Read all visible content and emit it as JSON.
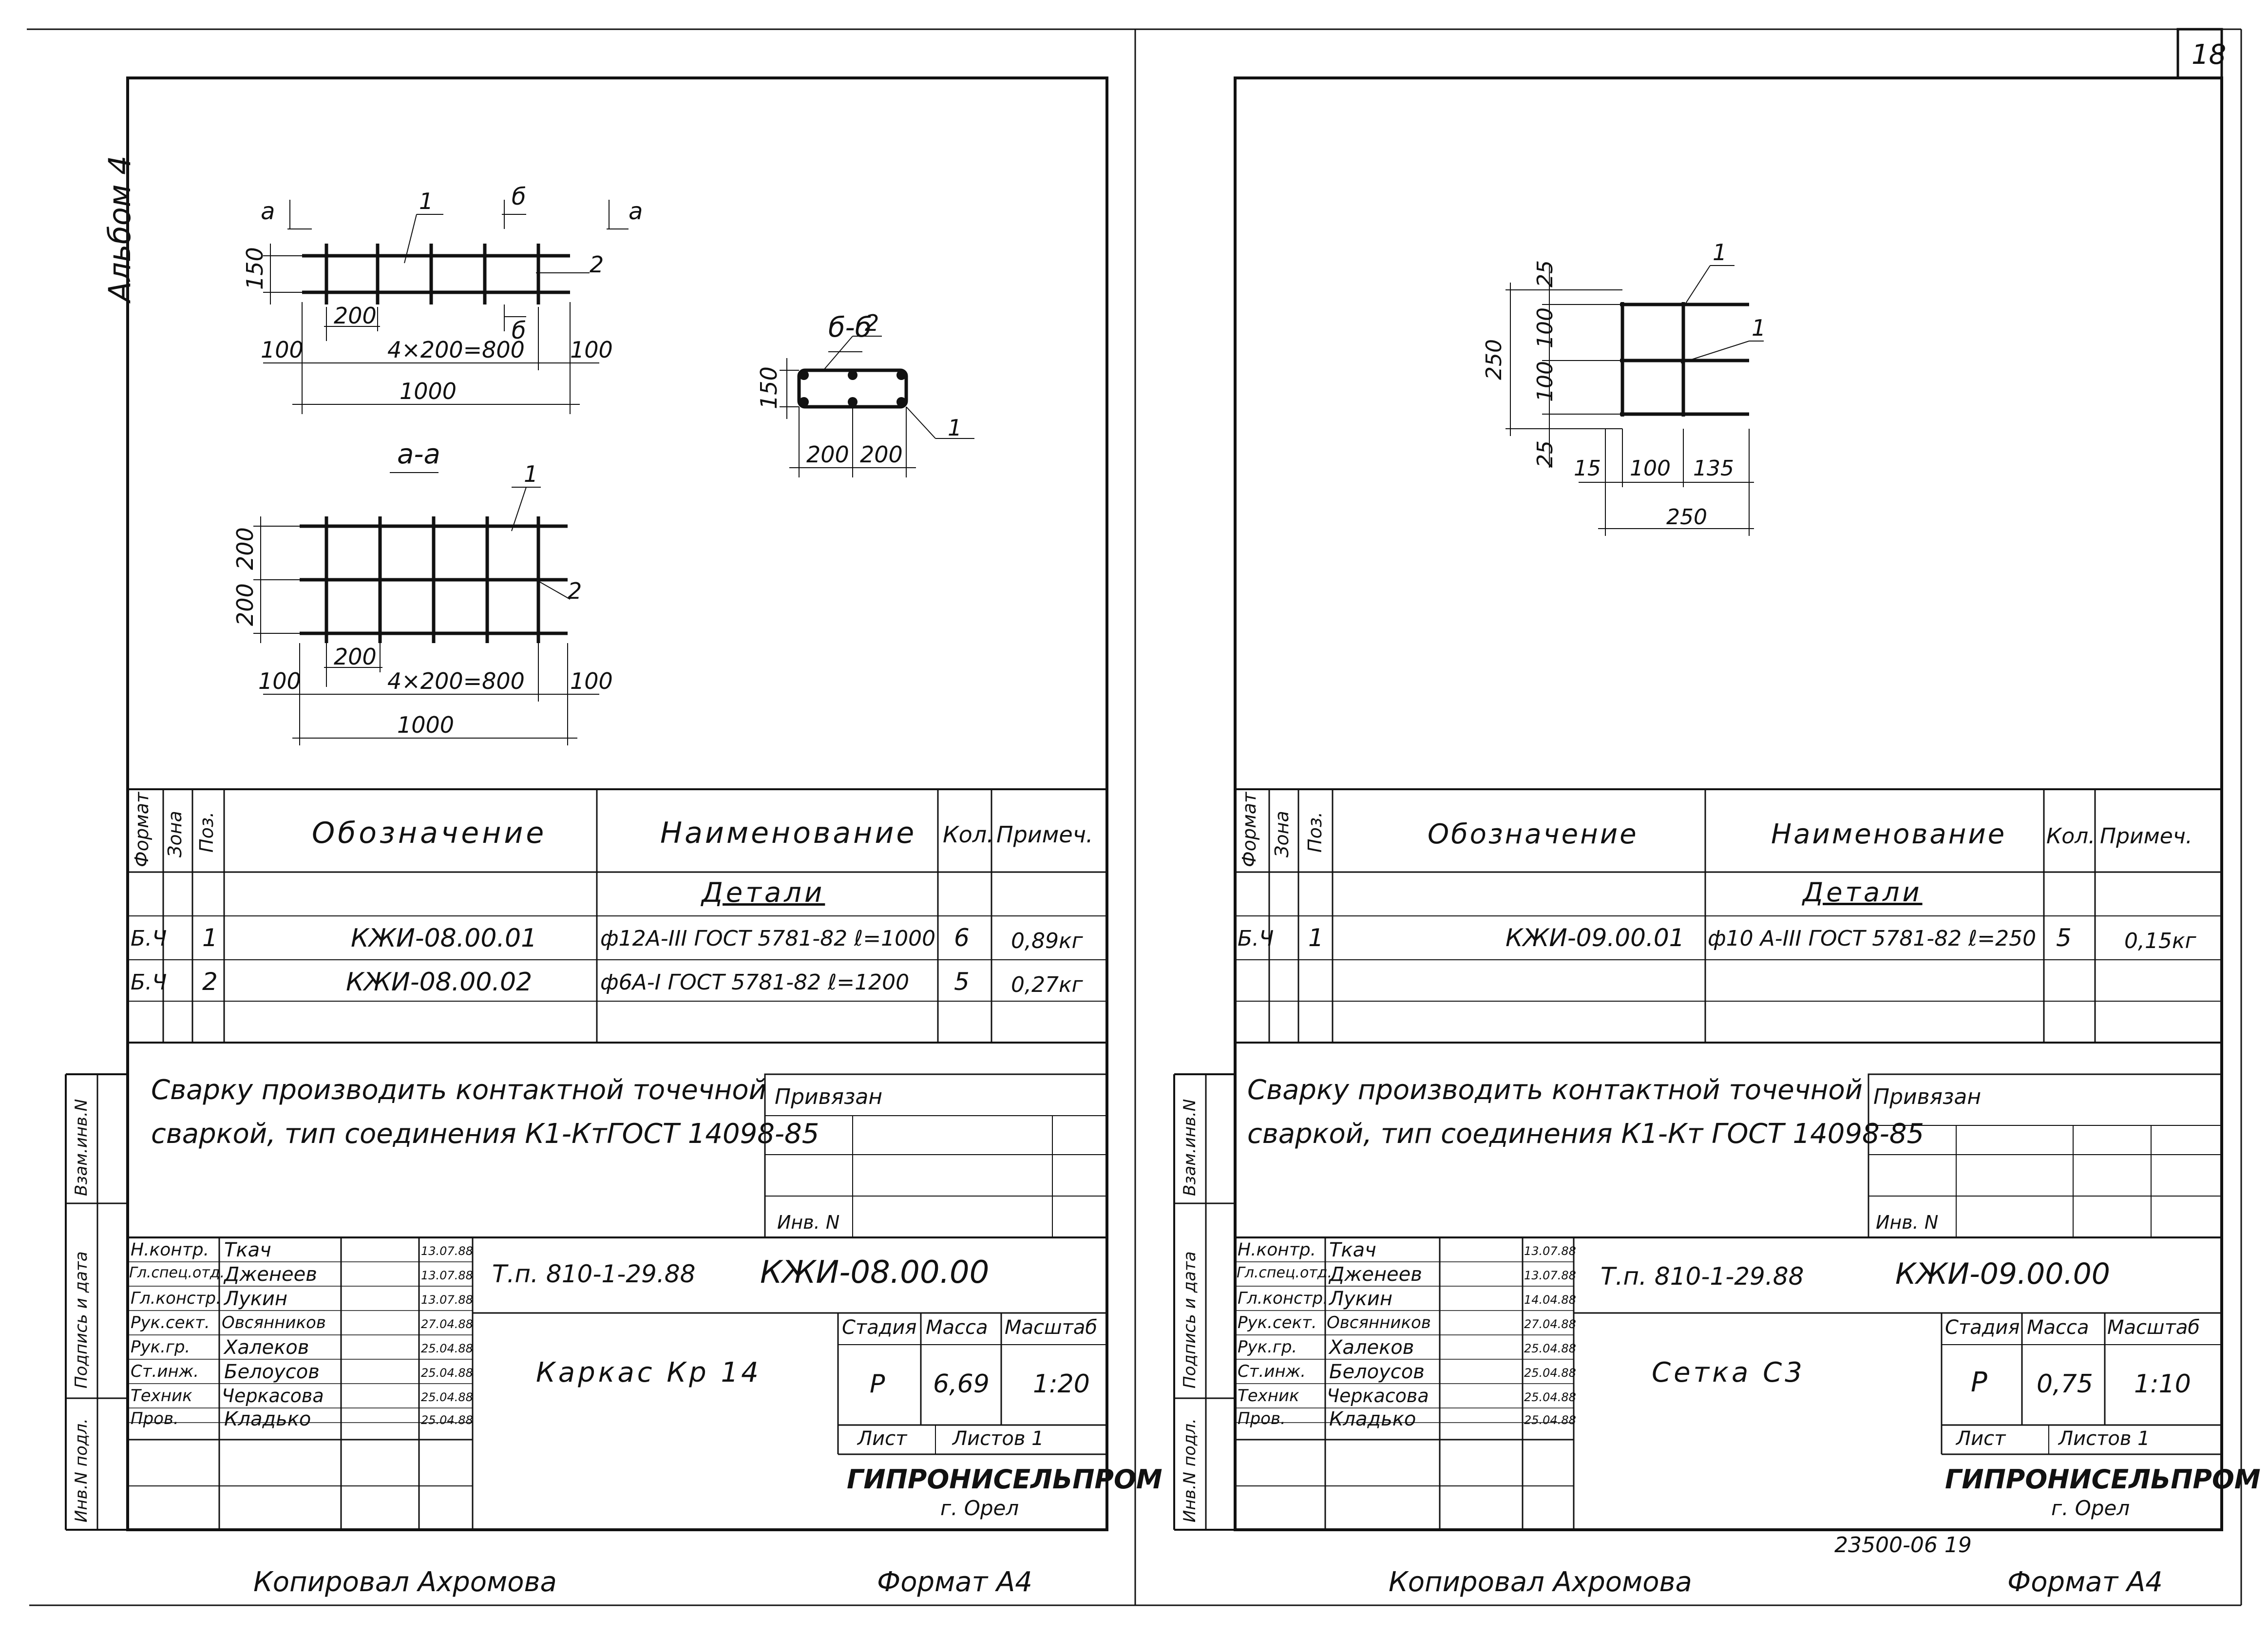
{
  "page_number": "18",
  "album_label": "Альбом 4",
  "left": {
    "drawing": {
      "top_view": {
        "section_mark_a": "а",
        "section_mark_a2": "а",
        "section_mark_b": "б",
        "section_mark_b2": "б",
        "pos1": "1",
        "pos2": "2",
        "dim_150": "150",
        "dim_200": "200",
        "dim_100_left": "100",
        "dim_spacing": "4×200=800",
        "dim_100_right": "100",
        "dim_total": "1000"
      },
      "section_bb": {
        "title": "б-б",
        "dim_150": "150",
        "dim_200a": "200",
        "dim_200b": "200",
        "pos1": "1",
        "pos2": "2"
      },
      "section_aa": {
        "title": "а-а",
        "pos1": "1",
        "pos2": "2",
        "dim_200_top": "200",
        "dim_200_bottom": "200",
        "dim_200": "200",
        "dim_100_left": "100",
        "dim_spacing": "4×200=800",
        "dim_100_right": "100",
        "dim_total": "1000"
      }
    },
    "spec": {
      "headers": {
        "format": "Формат",
        "zone": "Зона",
        "pos": "Поз.",
        "designation": "Обозначение",
        "name": "Наименование",
        "qty": "Кол.",
        "note": "Примеч."
      },
      "section_title": "Детали",
      "rows": [
        {
          "format": "Б.Ч",
          "pos": "1",
          "designation": "КЖИ-08.00.01",
          "name": "ф12А-III ГОСТ 5781-82  ℓ=1000",
          "qty": "6",
          "note": "0,89кг"
        },
        {
          "format": "Б.Ч",
          "pos": "2",
          "designation": "КЖИ-08.00.02",
          "name": "ф6А-I ГОСТ 5781-82  ℓ=1200",
          "qty": "5",
          "note": "0,27кг"
        }
      ]
    },
    "note_line1": "Сварку производить контактной точечной",
    "note_line2": "сваркой, тип соединения К1-КтГОСТ 14098-85",
    "bound_label": "Привязан",
    "inv_label": "Инв. N",
    "side_labels": {
      "vzam": "Взам.инв.N",
      "podp": "Подпись и дата",
      "inv": "Инв.N подл."
    },
    "stamp": {
      "roles": [
        "Н.контр.",
        "Гл.спец.отд.",
        "Гл.констр.",
        "Рук.сект.",
        "Рук.гр.",
        "Ст.инж.",
        "Техник",
        "Пров."
      ],
      "names": [
        "Ткач",
        "Дженеев",
        "Лукин",
        "Овсянников",
        "Халеков",
        "Белоусов",
        "Черкасова",
        "Кладько"
      ],
      "dates": [
        "13.07.88",
        "13.07.88",
        "13.07.88",
        "27.04.88",
        "25.04.88",
        "25.04.88",
        "25.04.88",
        "25.04.88"
      ],
      "project": "Т.п. 810-1-29.88",
      "code": "КЖИ-08.00.00",
      "title": "Каркас Кр 14",
      "stage_label": "Стадия",
      "mass_label": "Масса",
      "scale_label": "Масштаб",
      "stage": "Р",
      "mass": "6,69",
      "scale": "1:20",
      "sheet_label": "Лист",
      "sheets_label": "Листов 1",
      "org": "ГИПРОНИСЕЛЬПРОМ",
      "city": "г. Орел"
    },
    "copied": "Копировал  Ахромова",
    "format": "Формат А4"
  },
  "right": {
    "drawing": {
      "pos1a": "1",
      "pos1b": "1",
      "dim_25_top": "25",
      "dim_100a": "100",
      "dim_100b": "100",
      "dim_250_v": "250",
      "dim_25_bottom": "25",
      "dim_15": "15",
      "dim_100_h": "100",
      "dim_135": "135",
      "dim_250_h": "250"
    },
    "spec": {
      "headers": {
        "format": "Формат",
        "zone": "Зона",
        "pos": "Поз.",
        "designation": "Обозначение",
        "name": "Наименование",
        "qty": "Кол.",
        "note": "Примеч."
      },
      "section_title": "Детали",
      "rows": [
        {
          "format": "Б.Ч",
          "pos": "1",
          "designation": "КЖИ-09.00.01",
          "name": "ф10 А-III ГОСТ 5781-82  ℓ=250",
          "qty": "5",
          "note": "0,15кг"
        }
      ]
    },
    "note_line1": "Сварку производить контактной  точечной",
    "note_line2": "сваркой, тип соединения К1-Кт ГОСТ 14098-85",
    "bound_label": "Привязан",
    "inv_label": "Инв. N",
    "side_labels": {
      "vzam": "Взам.инв.N",
      "podp": "Подпись и дата",
      "inv": "Инв.N подл."
    },
    "stamp": {
      "roles": [
        "Н.контр.",
        "Гл.спец.отд.",
        "Гл.констр.",
        "Рук.сект.",
        "Рук.гр.",
        "Ст.инж.",
        "Техник",
        "Пров."
      ],
      "names": [
        "Ткач",
        "Дженеев",
        "Лукин",
        "Овсянников",
        "Халеков",
        "Белоусов",
        "Черкасова",
        "Кладько"
      ],
      "dates": [
        "13.07.88",
        "13.07.88",
        "14.04.88",
        "27.04.88",
        "25.04.88",
        "25.04.88",
        "25.04.88",
        "25.04.88"
      ],
      "project": "Т.п. 810-1-29.88",
      "code": "КЖИ-09.00.00",
      "title": "Сетка С3",
      "stage_label": "Стадия",
      "mass_label": "Масса",
      "scale_label": "Масштаб",
      "stage": "Р",
      "mass": "0,75",
      "scale": "1:10",
      "sheet_label": "Лист",
      "sheets_label": "Листов 1",
      "org": "ГИПРОНИСЕЛЬПРОМ",
      "city": "г. Орел"
    },
    "archive_no": "23500-06   19",
    "copied": "Копировал  Ахромова",
    "format": "Формат А4"
  }
}
